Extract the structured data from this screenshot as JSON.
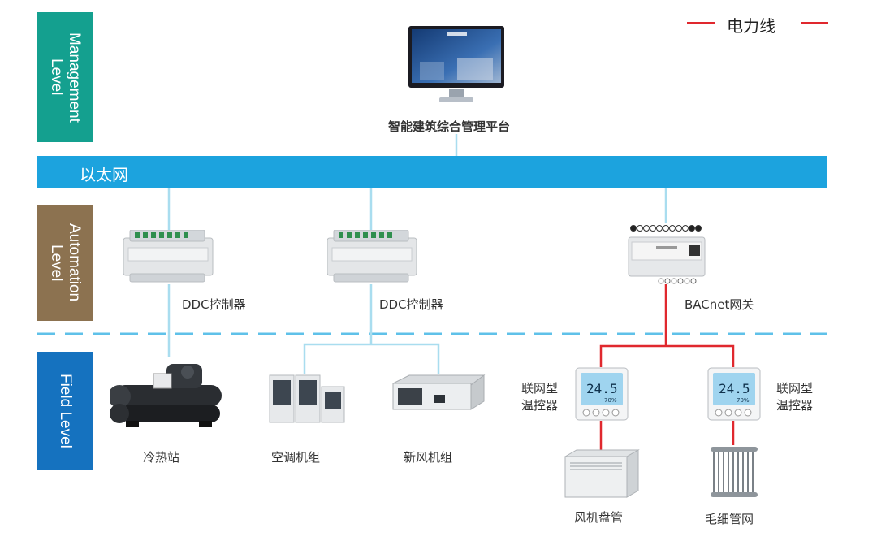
{
  "legend": {
    "label": "电力线",
    "color": "#e0282e"
  },
  "levels": {
    "management": "Management\nLevel",
    "automation": "Automation\nLevel",
    "field": "Field Level"
  },
  "colors": {
    "management": "#14a08f",
    "automation": "#8c7250",
    "field": "#1572bf",
    "ethernet": "#1ca3de",
    "bus": "#a9ddef",
    "power": "#e0282e"
  },
  "ethernet": {
    "label": "以太网"
  },
  "management_node": {
    "label": "智能建筑综合管理平台"
  },
  "automation_nodes": [
    {
      "label": "DDC控制器"
    },
    {
      "label": "DDC控制器"
    },
    {
      "label": "BACnet网关"
    }
  ],
  "field_nodes": {
    "chiller": "冷热站",
    "ahu": "空调机组",
    "fresh_air": "新风机组",
    "thermostat_left": "联网型\n温控器",
    "thermostat_right": "联网型\n温控器",
    "fan_coil": "风机盘管",
    "capillary": "毛细管网"
  },
  "thermostat_display": {
    "temp": "24.5",
    "humidity": "70%"
  }
}
